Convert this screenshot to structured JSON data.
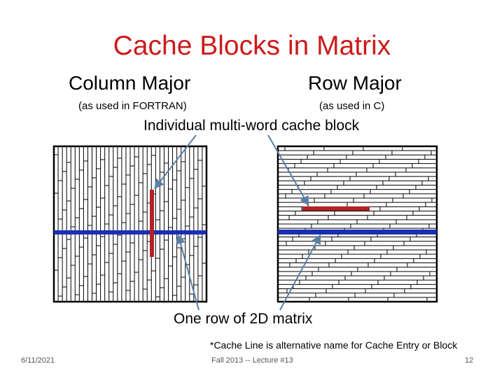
{
  "slide": {
    "title": "Cache Blocks in Matrix",
    "column_major": {
      "heading": "Column Major",
      "subtitle": "(as used in FORTRAN)"
    },
    "row_major": {
      "heading": "Row Major",
      "subtitle": "(as used in C)"
    },
    "block_label": "Individual multi-word cache block",
    "row_label": "One row of 2D matrix",
    "footnote": "*Cache Line is alternative name for Cache Entry or Block",
    "footer": {
      "date": "6/11/2021",
      "course": "Fall 2013 -- Lecture #13",
      "page": "12"
    }
  },
  "colors": {
    "title": "#cc1b1b",
    "cache_block": "#b22222",
    "matrix_row": "#1a2fb5",
    "arrow": "#5b7fa6",
    "grid": "#000000"
  }
}
